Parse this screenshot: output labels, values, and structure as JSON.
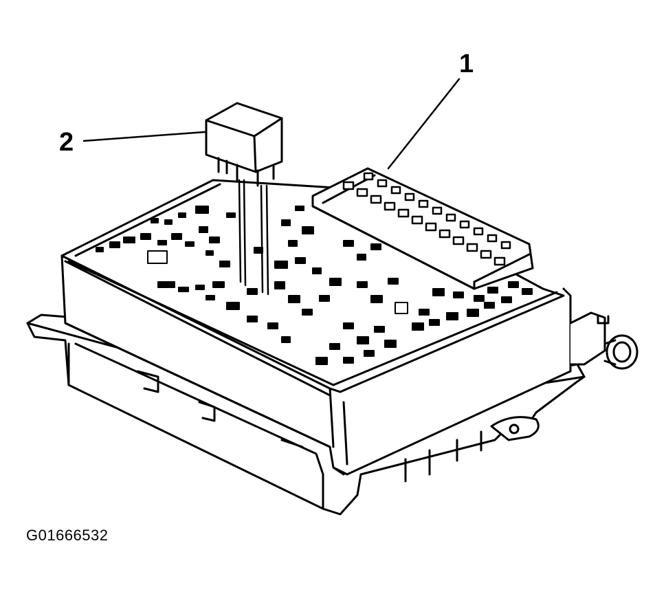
{
  "callouts": [
    {
      "number": "1",
      "target": "fuse-block"
    },
    {
      "number": "2",
      "target": "relay"
    }
  ],
  "figure_id": "G01666532",
  "colors": {
    "line": "#000000",
    "background": "#ffffff"
  }
}
